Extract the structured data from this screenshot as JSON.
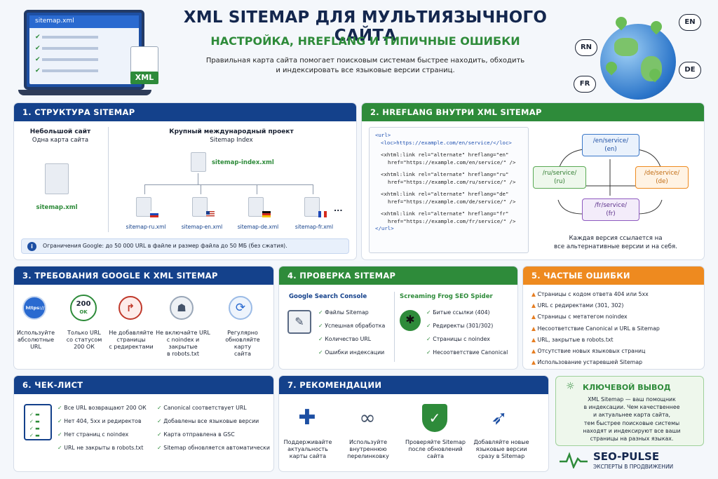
{
  "title": "XML SITEMAP ДЛЯ МУЛЬТИЯЗЫЧНОГО САЙТА",
  "subtitle": "НАСТРОЙКА, HREFLANG И ТИПИЧНЫЕ ОШИБКИ",
  "intro": [
    "Правильная карта сайта помогает поисковым системам быстрее находить, обходить",
    "и индексировать все языковые версии страниц."
  ],
  "laptop": {
    "file": "sitemap.xml",
    "badge": "XML"
  },
  "globe_labels": [
    "RN",
    "EN",
    "DE",
    "FR"
  ],
  "s1": {
    "title": "1. СТРУКТУРА SITEMAP",
    "small_title": "Небольшой сайт",
    "small_sub": "Одна карта сайта",
    "small_file": "sitemap.xml",
    "large_title": "Крупный международный проект",
    "large_sub": "Sitemap Index",
    "index_file": "sitemap-index.xml",
    "children": [
      "sitemap-ru.xml",
      "sitemap-en.xml",
      "sitemap-de.xml",
      "sitemap-fr.xml"
    ],
    "more": "...",
    "note": "Ограничения Google: до 50 000 URL в файле и размер файла до 50 МБ (без сжатия).",
    "info_icon": "i"
  },
  "s2": {
    "title": "2. HREFLANG ВНУТРИ XML SITEMAP",
    "code": {
      "url_open": "<url>",
      "loc": "<loc>https://example.com/en/service/</loc>",
      "url_close": "</url>",
      "links": [
        {
          "a": "<xhtml:link rel=\"alternate\" hreflang=\"en\"",
          "b": "href=\"https://example.com/en/service/\" />"
        },
        {
          "a": "<xhtml:link rel=\"alternate\" hreflang=\"ru\"",
          "b": "href=\"https://example.com/ru/service/\" />"
        },
        {
          "a": "<xhtml:link rel=\"alternate\" hreflang=\"de\"",
          "b": "href=\"https://example.com/de/service/\" />"
        },
        {
          "a": "<xhtml:link rel=\"alternate\" hreflang=\"fr\"",
          "b": "href=\"https://example.com/fr/service/\" />"
        }
      ]
    },
    "nodes": [
      {
        "path": "/en/service/",
        "lang": "(en)"
      },
      {
        "path": "/ru/service/",
        "lang": "(ru)"
      },
      {
        "path": "/de/service/",
        "lang": "(de)"
      },
      {
        "path": "/fr/service/",
        "lang": "(fr)"
      }
    ],
    "caption": [
      "Каждая версия ссылается на",
      "все альтернативные версии и на себя."
    ]
  },
  "s3": {
    "title": "3. ТРЕБОВАНИЯ GOOGLE К XML SITEMAP",
    "icon_text": "https://",
    "code": "200",
    "code_sub": "OK",
    "items": [
      [
        "Используйте",
        "абсолютные URL"
      ],
      [
        "Только URL",
        "со статусом",
        "200 ОК"
      ],
      [
        "Не добавляйте",
        "страницы",
        "с редиректами"
      ],
      [
        "Не включайте URL",
        "с noindex и закрытые",
        "в robots.txt"
      ],
      [
        "Регулярно",
        "обновляйте карту",
        "сайта"
      ]
    ]
  },
  "s4": {
    "title": "4. ПРОВЕРКА SITEMAP",
    "gsc_title": "Google Search Console",
    "gsc": [
      "Файлы Sitemap",
      "Успешная обработка",
      "Количество URL",
      "Ошибки индексации"
    ],
    "sf_title": "Screaming Frog SEO Spider",
    "sf": [
      "Битые ссылки (404)",
      "Редиректы (301/302)",
      "Страницы с noindex",
      "Несоответствие Canonical"
    ]
  },
  "s5": {
    "title": "5. ЧАСТЫЕ ОШИБКИ",
    "items": [
      "Страницы с кодом ответа 404 или 5хх",
      "URL с редиректами (301, 302)",
      "Страницы с метатегом noindex",
      "Несоответствие Canonical и URL в Sitemap",
      "URL, закрытые в robots.txt",
      "Отсутствие новых языковых страниц",
      "Использование устаревшей Sitemap"
    ]
  },
  "s6": {
    "title": "6. ЧЕК-ЛИСТ",
    "col1": [
      "Все URL возвращают 200 ОК",
      "Нет 404, 5хх и редиректов",
      "Нет страниц с noindex",
      "URL не закрыты в robots.txt"
    ],
    "col2": [
      "Canonical соответствует URL",
      "Добавлены все языковые версии",
      "Карта отправлена в GSC",
      "Sitemap обновляется автоматически"
    ]
  },
  "s7": {
    "title": "7. РЕКОМЕНДАЦИИ",
    "items": [
      [
        "Поддерживайте",
        "актуальность",
        "карты сайта"
      ],
      [
        "Используйте",
        "внутреннюю",
        "перелинковку"
      ],
      [
        "Проверяйте Sitemap",
        "после обновлений",
        "сайта"
      ],
      [
        "Добавляйте новые",
        "языковые версии",
        "сразу в Sitemap"
      ]
    ]
  },
  "key": {
    "title": "КЛЮЧЕВОЙ ВЫВОД",
    "lines": [
      "XML Sitemap — ваш помощник",
      "в индексации. Чем качественнее",
      "и актуальнее карта сайта,",
      "тем быстрее поисковые системы",
      "находят и индексируют все ваши",
      "страницы на разных языках."
    ]
  },
  "brand": {
    "name": "SEO-PULSE",
    "tag": "ЭКСПЕРТЫ В ПРОДВИЖЕНИИ"
  },
  "colors": {
    "blue": "#14418b",
    "green": "#2e8b3a",
    "orange": "#ee8a1f"
  }
}
